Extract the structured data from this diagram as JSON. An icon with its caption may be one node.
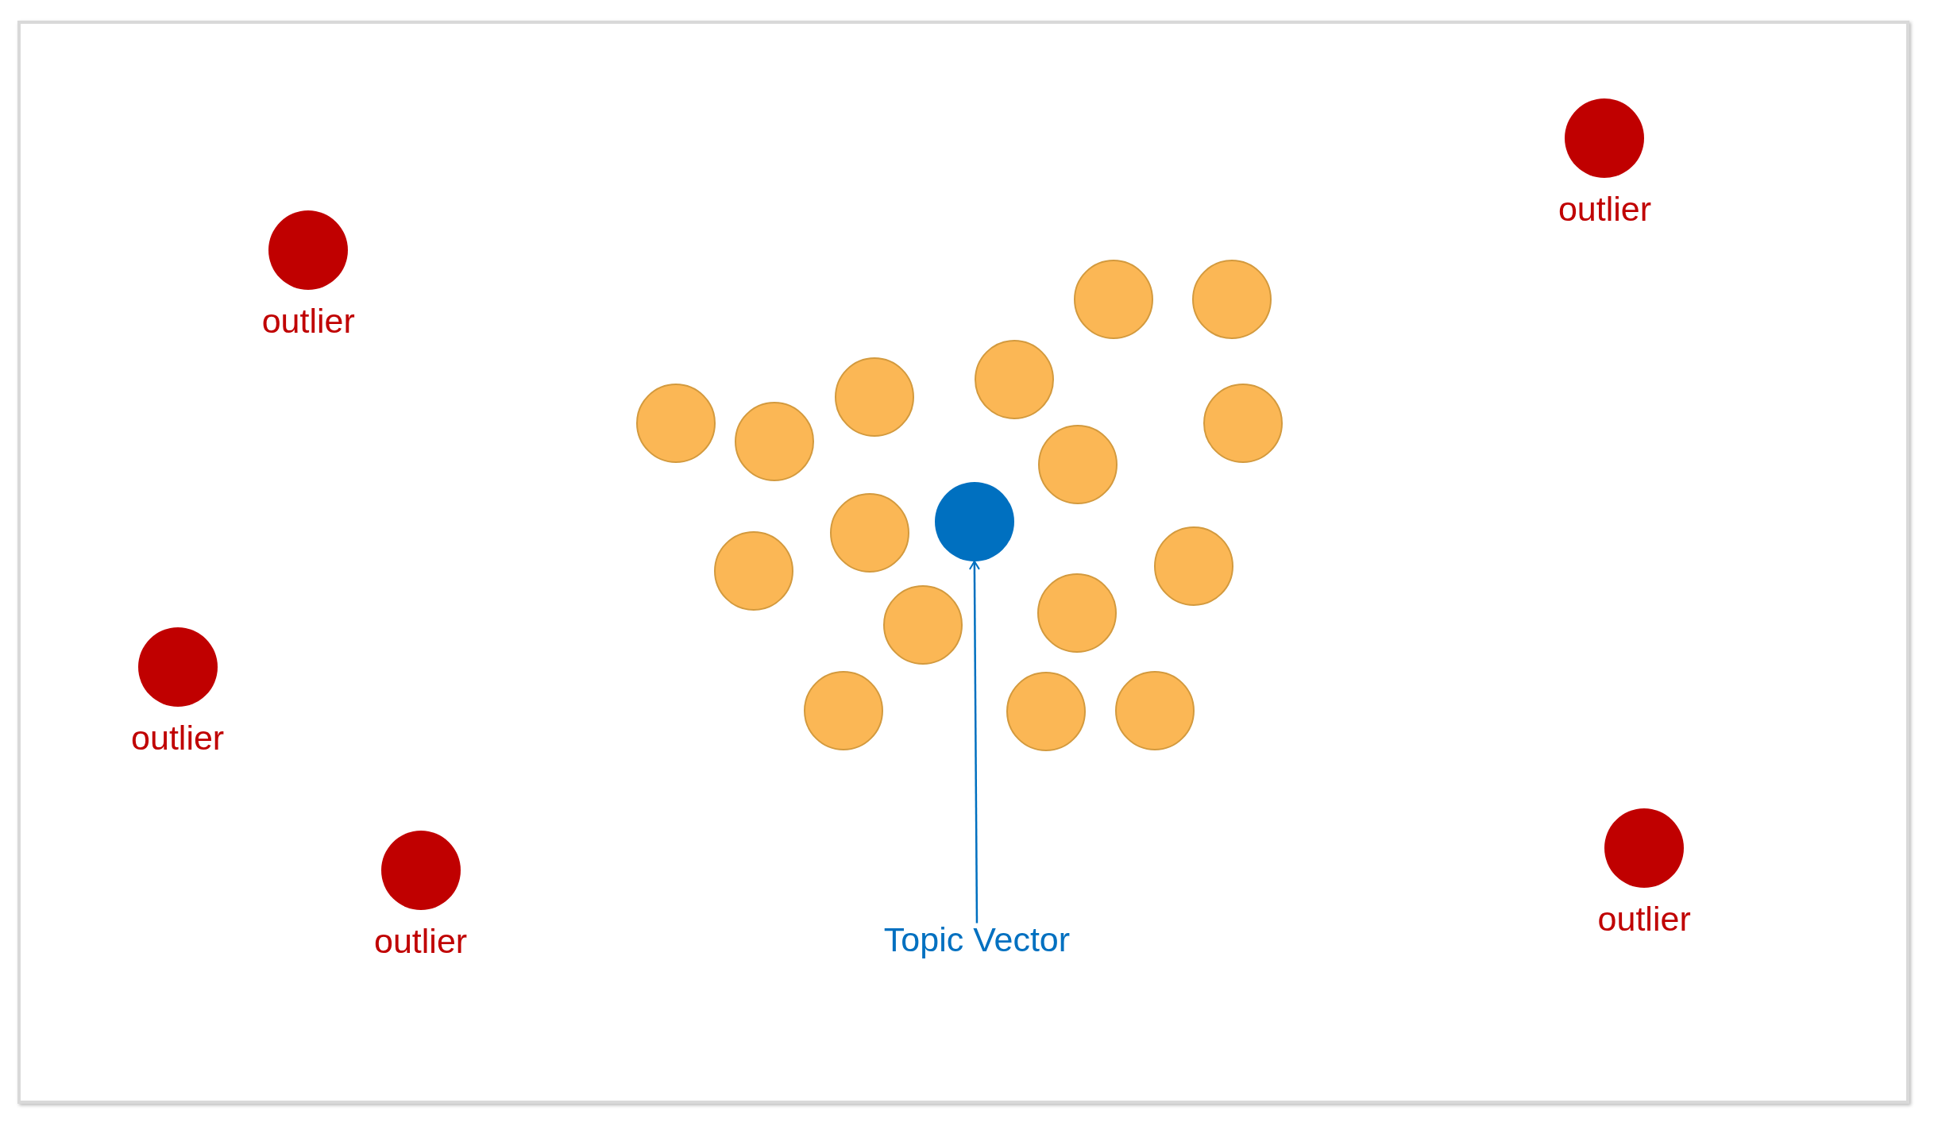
{
  "diagram": {
    "nodes": [
      {
        "text": [],
        "shape": "circle",
        "beside": [
          "outlier"
        ]
      },
      {
        "text": [],
        "shape": "circle",
        "beside": [
          "outlier"
        ]
      },
      {
        "text": [],
        "shape": "circle"
      },
      {
        "text": [],
        "shape": "circle"
      },
      {
        "text": [],
        "shape": "circle"
      },
      {
        "text": [],
        "shape": "circle"
      },
      {
        "text": [],
        "shape": "circle"
      },
      {
        "text": [],
        "shape": "circle"
      },
      {
        "text": [],
        "shape": "circle"
      },
      {
        "text": [],
        "shape": "circle"
      },
      {
        "text": [],
        "shape": "circle"
      },
      {
        "text": [],
        "shape": "circle"
      },
      {
        "text": [],
        "shape": "circle"
      },
      {
        "text": [],
        "shape": "circle"
      },
      {
        "text": [],
        "shape": "circle"
      },
      {
        "text": [],
        "shape": "circle"
      },
      {
        "text": [],
        "shape": "circle"
      },
      {
        "text": [],
        "shape": "circle",
        "beside": [
          "outlier"
        ]
      },
      {
        "text": [],
        "shape": "circle"
      },
      {
        "text": [],
        "shape": "circle"
      },
      {
        "text": [],
        "shape": "circle",
        "beside": [
          "outlier"
        ]
      },
      {
        "text": [],
        "shape": "circle",
        "beside": [
          "outlier"
        ]
      },
      {
        "text": [
          "Topic Vector"
        ]
      }
    ],
    "edges": [
      {
        "from": 22,
        "to": 11,
        "arrow": "to"
      }
    ]
  }
}
